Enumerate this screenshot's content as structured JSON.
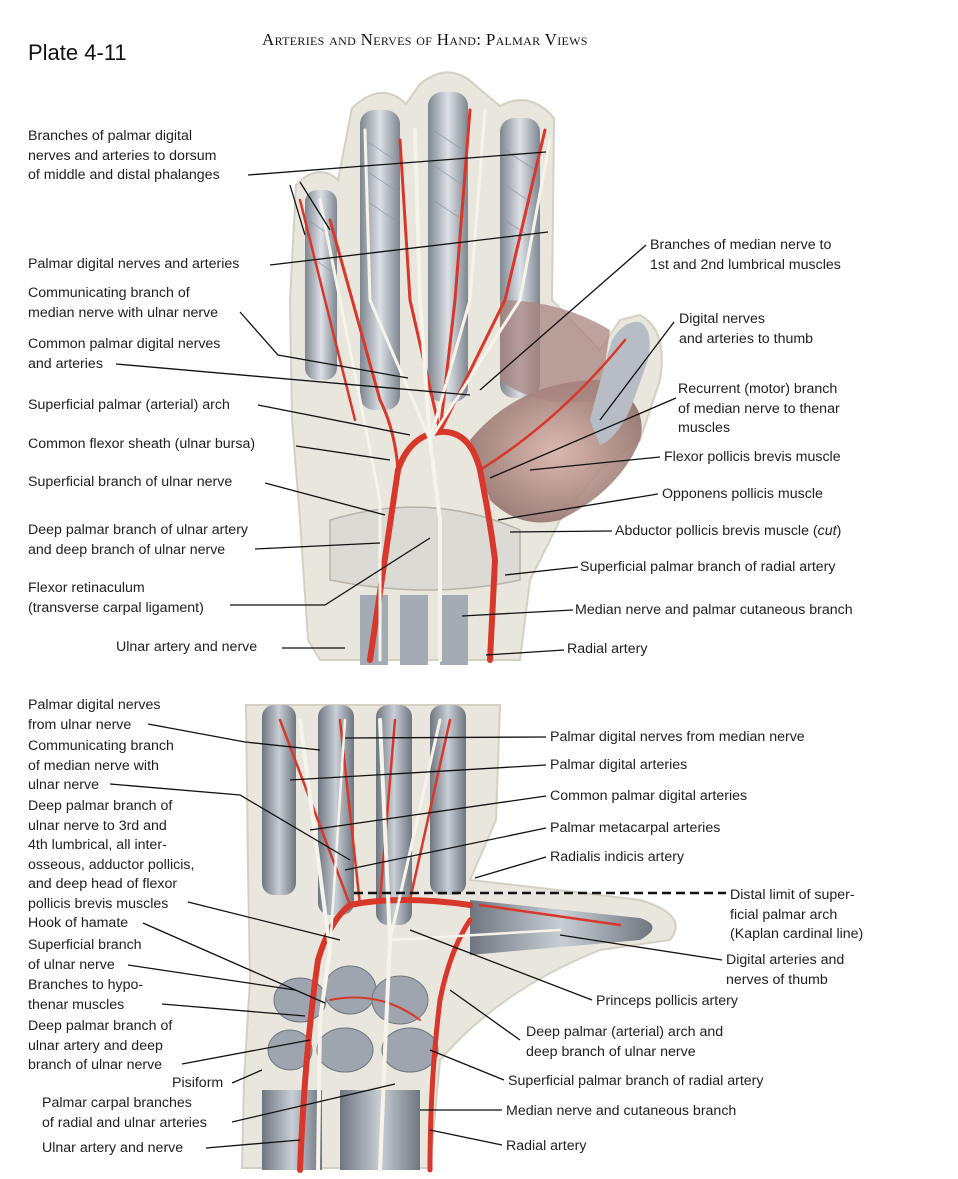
{
  "plate": "Plate 4-11",
  "title": "Arteries and Nerves of Hand: Palmar Views",
  "top_view": {
    "left_labels": [
      "Branches of palmar digital\nnerves and arteries to dorsum\nof middle and distal phalanges",
      "Palmar digital nerves and arteries",
      "Communicating branch of\nmedian nerve with ulnar nerve",
      "Common palmar digital nerves\nand arteries",
      "Superficial palmar (arterial) arch",
      "Common flexor sheath (ulnar bursa)",
      "Superficial branch of ulnar nerve",
      "Deep palmar branch of ulnar artery\nand deep branch of ulnar nerve",
      "Flexor retinaculum\n(transverse carpal ligament)",
      "Ulnar artery and nerve"
    ],
    "right_labels": [
      "Branches of median nerve to\n1st and 2nd lumbrical muscles",
      "Digital nerves\nand arteries to thumb",
      "Recurrent (motor) branch\nof median nerve to thenar\nmuscles",
      "Flexor pollicis brevis muscle",
      "Opponens pollicis muscle",
      "Abductor pollicis brevis muscle (cut)",
      "Superficial palmar branch of radial artery",
      "Median nerve and palmar cutaneous branch",
      "Radial artery"
    ]
  },
  "bottom_view": {
    "left_labels": [
      "Palmar digital nerves\nfrom ulnar nerve",
      "Communicating branch\nof median nerve with\nulnar nerve",
      "Deep palmar branch of\nulnar nerve to 3rd and\n4th lumbrical, all inter-\nosseous, adductor pollicis,\nand deep head of flexor\npollicis brevis muscles",
      "Hook of hamate",
      "Superficial branch\nof ulnar nerve",
      "Branches to hypo-\nthenar muscles",
      "Deep palmar branch of\nulnar artery and deep\nbranch of ulnar nerve",
      "Pisiform",
      "Palmar carpal branches\nof radial and ulnar arteries",
      "Ulnar artery and nerve"
    ],
    "right_labels": [
      "Palmar digital nerves from median nerve",
      "Palmar digital arteries",
      "Common palmar digital arteries",
      "Palmar metacarpal arteries",
      "Radialis indicis artery",
      "Distal limit of super-\nficial palmar arch\n(Kaplan cardinal line)",
      "Digital arteries and\nnerves of thumb",
      "Princeps pollicis artery",
      "Deep palmar (arterial) arch and\ndeep branch of ulnar nerve",
      "Superficial palmar branch of radial artery",
      "Median nerve and cutaneous branch",
      "Radial artery"
    ]
  },
  "colors": {
    "artery": "#d8372b",
    "nerve": "#f3f1e6",
    "tendon": "#b9bec6",
    "muscle": "#b98e86",
    "bone": "#9aa1ab",
    "skin_shadow": "#e6e2d8"
  }
}
